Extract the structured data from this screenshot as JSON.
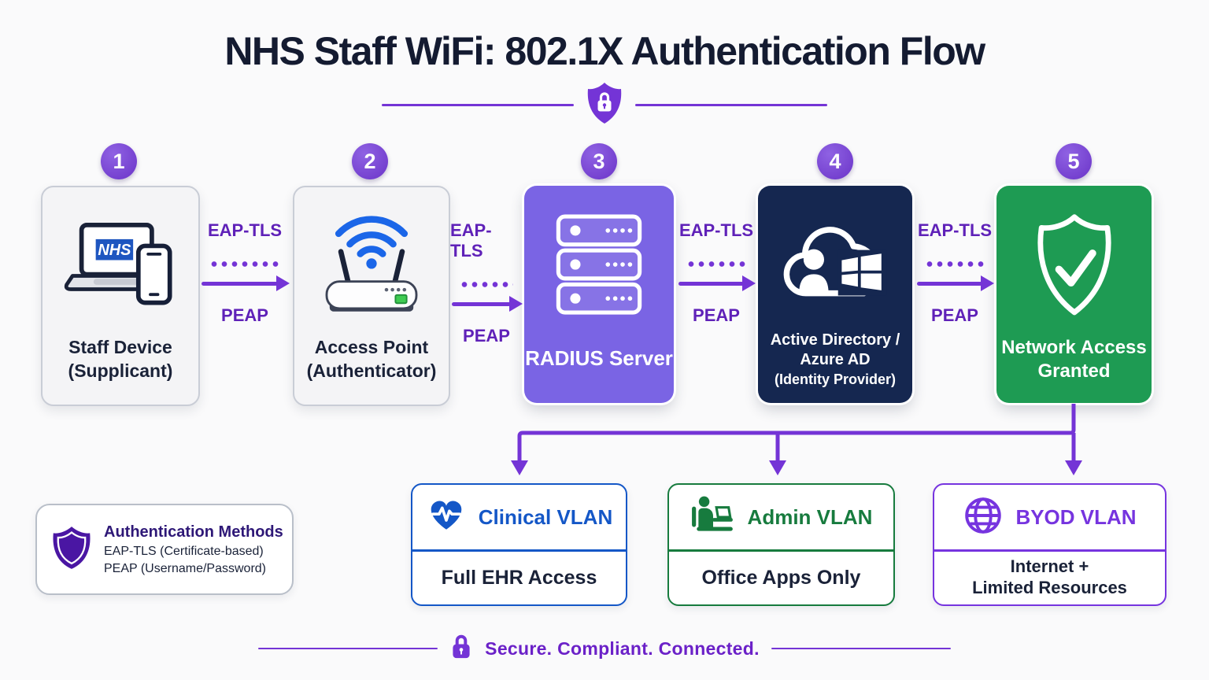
{
  "title": "NHS Staff WiFi: 802.1X Authentication Flow",
  "device_logo": "NHS",
  "connector": {
    "top": "EAP-TLS",
    "bottom": "PEAP"
  },
  "steps": [
    {
      "number": "1",
      "line1": "Staff Device",
      "line2": "(Supplicant)"
    },
    {
      "number": "2",
      "line1": "Access Point",
      "line2": "(Authenticator)"
    },
    {
      "number": "3",
      "line1": "RADIUS Server"
    },
    {
      "number": "4",
      "line1": "Active Directory /",
      "line2": "Azure AD",
      "line3": "(Identity Provider)"
    },
    {
      "number": "5",
      "line1": "Network Access",
      "line2": "Granted"
    }
  ],
  "vlans": {
    "clinical": {
      "name": "Clinical VLAN",
      "detail": "Full EHR Access"
    },
    "admin": {
      "name": "Admin VLAN",
      "detail": "Office Apps Only"
    },
    "byod": {
      "name": "BYOD VLAN",
      "detail1": "Internet +",
      "detail2": "Limited Resources"
    }
  },
  "auth_methods": {
    "title": "Authentication Methods",
    "item1": "EAP-TLS (Certificate-based)",
    "item2": "PEAP (Username/Password)"
  },
  "footer": {
    "tagline": "Secure. Compliant. Connected."
  },
  "colors": {
    "purple": "#7434d6",
    "purple-deep": "#5f21b8",
    "navy-text": "#161f38",
    "box-light": "#f4f4f6",
    "box-light-border": "#c9cdd6",
    "radius-purple": "#7a64e4",
    "ad-navy": "#152750",
    "granted-green": "#1e9b53",
    "clinical-blue": "#1457c7",
    "admin-green": "#177b3e",
    "byod-purple": "#7634df",
    "nhs-blue": "#1e56c0",
    "wifi-blue": "#1b66e8",
    "led-green": "#3fcb52",
    "auth-shield": "#4a16a3"
  }
}
